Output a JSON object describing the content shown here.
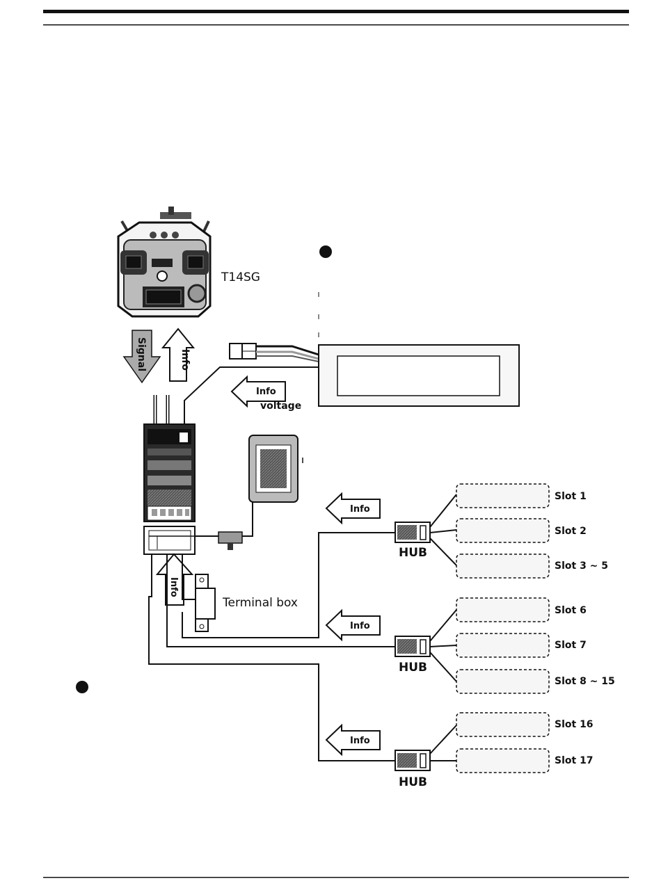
{
  "diagram": {
    "transmitter_label": "T14SG",
    "signal_label": "Signal",
    "info_label": "Info",
    "voltage_label": "voltage",
    "terminal_box_label": "Terminal box",
    "hub_label": "HUB",
    "slots": [
      "Slot 1",
      "Slot 2",
      "Slot 3 ~ 5",
      "Slot 6",
      "Slot 7",
      "Slot 8 ~ 15",
      "Slot 16",
      "Slot 17"
    ]
  }
}
